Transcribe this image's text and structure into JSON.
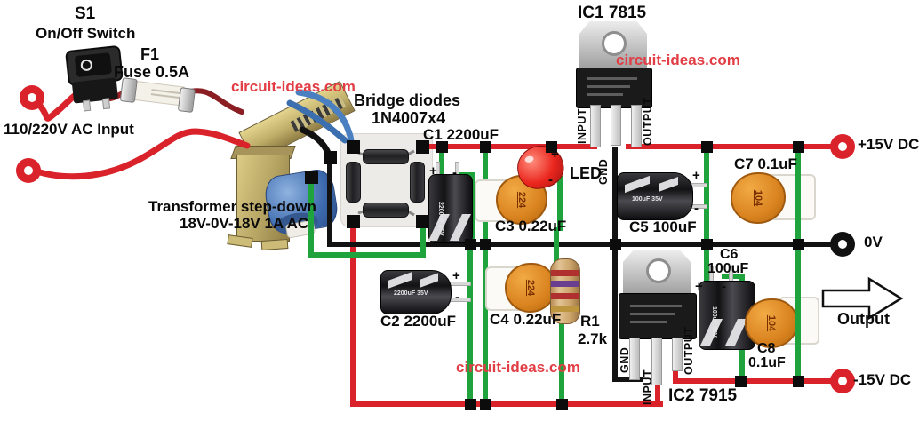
{
  "watermark": "circuit-ideas.com",
  "colors": {
    "wire_red": "#d9222a",
    "wire_green": "#1fa43d",
    "wire_black": "#121212",
    "wire_blue": "#4a80c2",
    "accent": "#e23d44"
  },
  "input_stage": {
    "s1": "S1",
    "s1_desc": "On/Off Switch",
    "f1": "F1",
    "f1_desc": "Fuse 0.5A",
    "ac": "110/220V AC Input"
  },
  "transformer": {
    "line1": "Transformer step-down",
    "line2": "18V-0V-18V 1A AC"
  },
  "bridge": {
    "line1": "Bridge diodes",
    "line2": "1N4007x4"
  },
  "components": {
    "c1": "C1 2200uF",
    "c2": "C2 2200uF",
    "c3": "C3 0.22uF",
    "c4": "C4 0.22uF",
    "c5": "C5 100uF",
    "c6_line1": "C6",
    "c6_line2": "100uF",
    "c7": "C7 0.1uF",
    "c8_line1": "C8",
    "c8_line2": "0.1uF",
    "led": "LED",
    "r1_line1": "R1",
    "r1_line2": "2.7k",
    "ic1": "IC1 7815",
    "ic2": "IC2 7915"
  },
  "pins": {
    "input": "INPUT",
    "gnd": "GND",
    "output": "OUTPUT"
  },
  "polarity": {
    "plus": "+",
    "minus": "-"
  },
  "markings": {
    "disc_022": "224",
    "disc_01": "104",
    "cap_2200": "2200uF 35V",
    "cap_100": "100uF 35V"
  },
  "outputs": {
    "pos": "+15V DC",
    "zero": "0V",
    "neg": "-15V DC",
    "arrow_label": "Output"
  }
}
